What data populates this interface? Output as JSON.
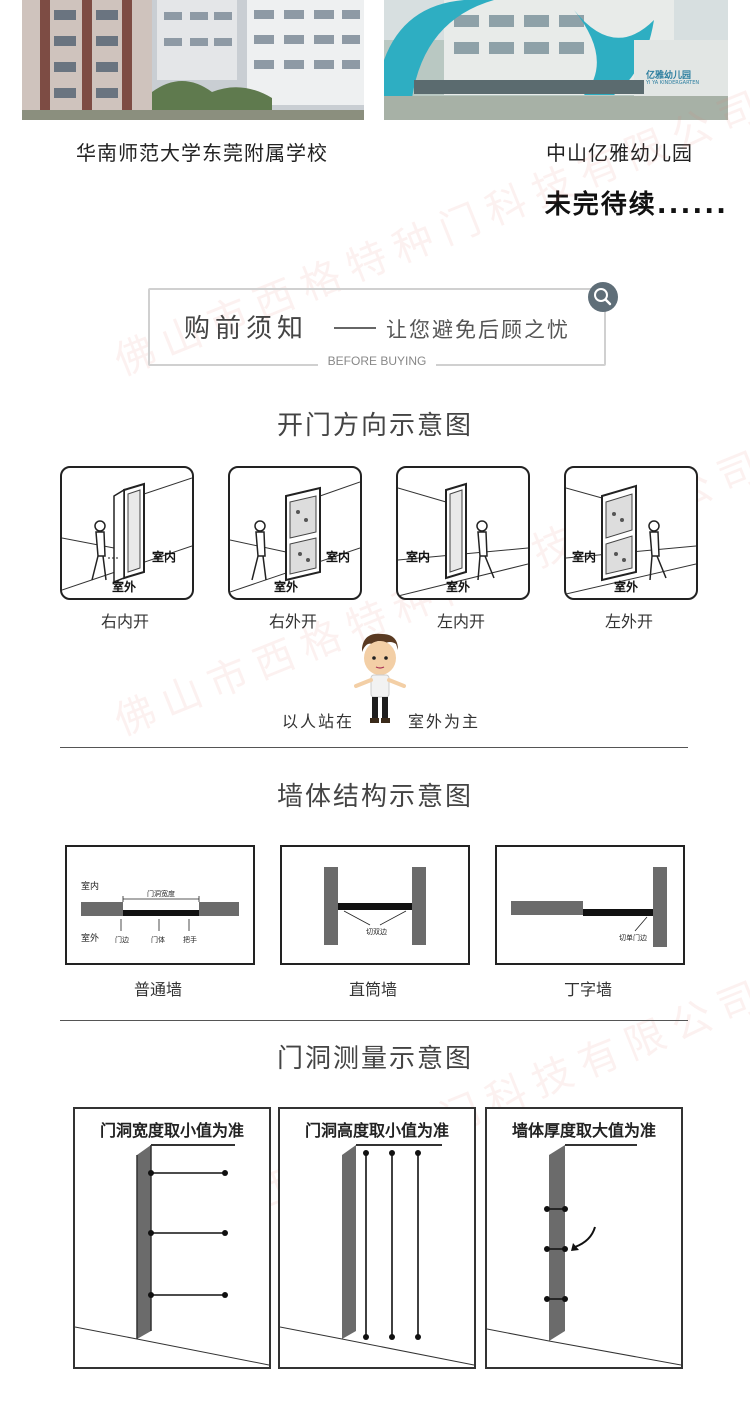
{
  "photos": [
    {
      "caption": "华南师范大学东莞附属学校"
    },
    {
      "caption": "中山亿雅幼儿园",
      "sign_text": "亿雅幼儿园",
      "sign_sub": "YI YA KINDERGARTEN"
    }
  ],
  "to_be_continued": "未完待续......",
  "banner": {
    "title": "购前须知",
    "subtitle": "让您避免后顾之忧",
    "english": "BEFORE BUYING"
  },
  "sections": {
    "door_direction": "开门方向示意图",
    "wall_structure": "墙体结构示意图",
    "opening_measure": "门洞测量示意图"
  },
  "door_cards": [
    {
      "label": "右内开",
      "indoor": "室内",
      "outdoor": "室外"
    },
    {
      "label": "右外开",
      "indoor": "室内",
      "outdoor": "室外"
    },
    {
      "label": "左内开",
      "indoor": "室内",
      "outdoor": "室外"
    },
    {
      "label": "左外开",
      "indoor": "室内",
      "outdoor": "室外"
    }
  ],
  "stand_note": {
    "left": "以人站在",
    "right": "室外为主"
  },
  "walls": [
    {
      "label": "普通墙",
      "indoor": "室内",
      "outdoor": "室外",
      "width_mark": "门洞宽度",
      "parts": [
        "门边",
        "门体",
        "把手"
      ]
    },
    {
      "label": "直筒墙",
      "edge_note": "切双边"
    },
    {
      "label": "丁字墙",
      "edge_note": "切单门边"
    }
  ],
  "measures": [
    {
      "title": "门洞宽度取小值为准"
    },
    {
      "title": "门洞高度取小值为准"
    },
    {
      "title": "墙体厚度取大值为准"
    }
  ],
  "watermark": "佛山市西格特种门科技有限公司",
  "colors": {
    "accent": "#5f6e78",
    "line": "#222222",
    "wall": "#6b6b6b",
    "door_frame": "#555555"
  }
}
